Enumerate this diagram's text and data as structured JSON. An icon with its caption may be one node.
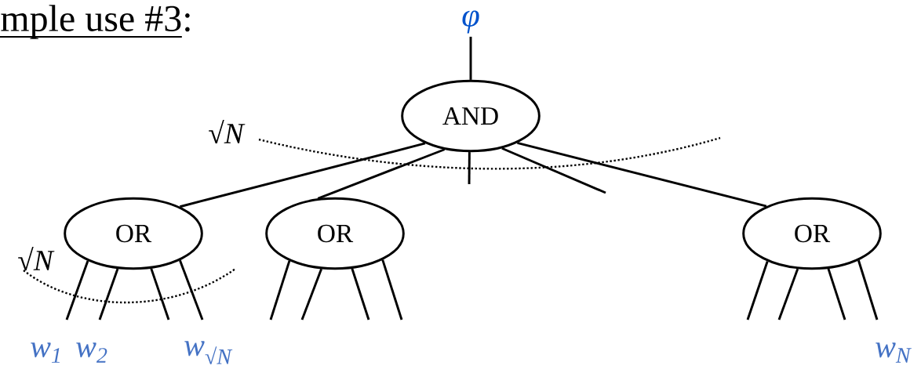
{
  "diagram": {
    "nodes": [
      {
        "text": [
          "φ"
        ]
      },
      {
        "text": [
          "AND"
        ]
      },
      {
        "text": [
          "OR"
        ]
      },
      {
        "text": [
          "OR"
        ]
      },
      {
        "text": [
          "OR"
        ]
      }
    ],
    "edges": [
      {
        "from": 0,
        "to": 1,
        "arrow": "none"
      },
      {
        "from": 1,
        "to": 2,
        "arrow": "none"
      },
      {
        "from": 1,
        "to": 3,
        "arrow": "none"
      },
      {
        "from": 1,
        "to": 4,
        "arrow": "none"
      },
      {
        "from": 1,
        "to": null,
        "arrow": "none"
      },
      {
        "from": 1,
        "to": null,
        "arrow": "none"
      },
      {
        "from": 2,
        "to": null,
        "arrow": "none"
      },
      {
        "from": 2,
        "to": null,
        "arrow": "none"
      },
      {
        "from": 2,
        "to": null,
        "arrow": "none"
      },
      {
        "from": 2,
        "to": null,
        "arrow": "none"
      },
      {
        "from": 3,
        "to": null,
        "arrow": "none"
      },
      {
        "from": 3,
        "to": null,
        "arrow": "none"
      },
      {
        "from": 3,
        "to": null,
        "arrow": "none"
      },
      {
        "from": 3,
        "to": null,
        "arrow": "none"
      },
      {
        "from": 4,
        "to": null,
        "arrow": "none"
      },
      {
        "from": 4,
        "to": null,
        "arrow": "none"
      },
      {
        "from": 4,
        "to": null,
        "arrow": "none"
      },
      {
        "from": 4,
        "to": null,
        "arrow": "none"
      }
    ],
    "labels": [
      "mple use #3:",
      "√N",
      "√N",
      "w$_{1}$",
      "w$_{2}$",
      "w$_{√N}$",
      "w$_{N}$"
    ]
  }
}
